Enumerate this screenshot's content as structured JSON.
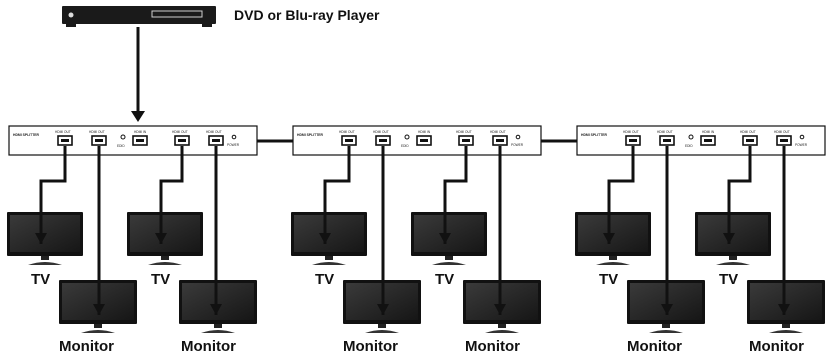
{
  "player": {
    "label": "DVD or Blu-ray Player"
  },
  "splitter": {
    "name": "HDMI SPLITTER",
    "out_label": "HDMI OUT",
    "in_label": "HDMI IN",
    "edid_label": "EDID",
    "power_label": "POWER"
  },
  "labels": {
    "tv": "TV",
    "monitor": "Monitor"
  },
  "colors": {
    "line": "#111111",
    "screen": "#2a2a2a",
    "bezel": "#111111",
    "panel": "#ffffff"
  },
  "splitter_count": 3,
  "outputs_per_splitter": 4
}
